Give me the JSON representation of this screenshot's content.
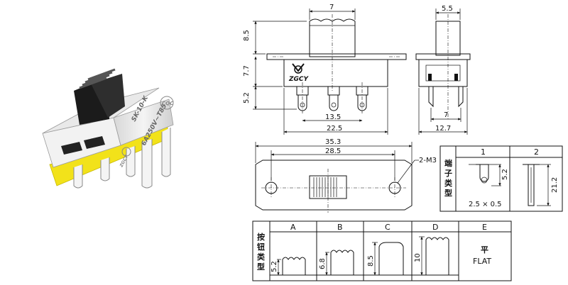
{
  "photo": {
    "model_text": "SK-10-K",
    "rating_text": "6A250V~T85",
    "cqc_text": "CQC",
    "brand_text": "ZGCY"
  },
  "front_view": {
    "dims": {
      "knob_width": "7",
      "knob_height": "8.5",
      "body_height": "7.7",
      "pin_length": "5.2",
      "pin_pitch": "13.5",
      "body_width": "22.5"
    }
  },
  "side_view": {
    "dims": {
      "knob_width": "5.5",
      "pin_spacing": "7",
      "body_width": "12.7"
    }
  },
  "top_view": {
    "dims": {
      "overall_length": "35.3",
      "hole_pitch": "28.5",
      "mount_holes": "2-M3"
    }
  },
  "terminal_table": {
    "title_chars": [
      "端",
      "子",
      "类",
      "型"
    ],
    "col1_header": "1",
    "col2_header": "2",
    "col1_dim": "5.2",
    "col1_caption": "2.5 × 0.5",
    "col2_dim": "21.2"
  },
  "button_table": {
    "title_chars": [
      "按",
      "钮",
      "类",
      "型"
    ],
    "headers": [
      "A",
      "B",
      "C",
      "D",
      "E"
    ],
    "heights": [
      "5.2",
      "6.8",
      "8.5",
      "10"
    ],
    "flat_cn": "平",
    "flat_en": "FLAT"
  }
}
